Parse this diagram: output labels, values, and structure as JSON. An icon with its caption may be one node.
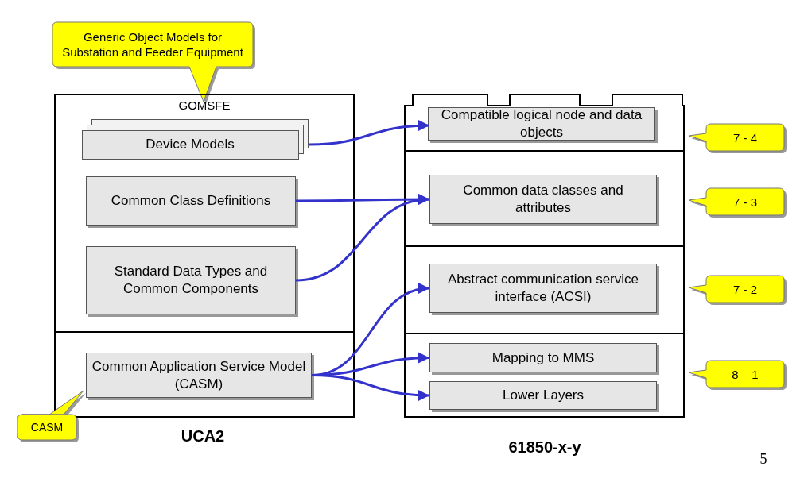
{
  "diagram": {
    "nodes": [
      {
        "text": [
          "Generic Object Models for Substation and Feeder Equipment"
        ]
      },
      {
        "text": [
          "GOMSFE"
        ]
      },
      {
        "text": [
          "Device Models"
        ],
        "in": 1
      },
      {
        "text": [
          "Common Class Definitions"
        ],
        "in": 1
      },
      {
        "text": [
          "Standard Data Types and Common Components"
        ],
        "in": 1
      },
      {
        "text": [],
        "shape": "box"
      },
      {
        "text": [
          "Common Application Service Model (CASM)"
        ],
        "in": 5
      },
      {
        "text": [
          "CASM"
        ]
      },
      {
        "text": [],
        "shape": "box"
      },
      {
        "text": [
          "Compatible logical node and data objects"
        ],
        "in": 8
      },
      {
        "text": [],
        "shape": "box"
      },
      {
        "text": [
          "Common data classes and attributes"
        ],
        "in": 10
      },
      {
        "text": [],
        "shape": "box"
      },
      {
        "text": [
          "Abstract communication service interface (ACSI)"
        ],
        "in": 12
      },
      {
        "text": [],
        "shape": "box"
      },
      {
        "text": [
          "Mapping to MMS"
        ],
        "in": 14
      },
      {
        "text": [
          "Lower Layers"
        ],
        "in": 14
      },
      {
        "text": [
          "7 - 4"
        ]
      },
      {
        "text": [
          "7 - 3"
        ]
      },
      {
        "text": [
          "7 - 2"
        ]
      },
      {
        "text": [
          "8 – 1"
        ]
      }
    ],
    "edges": [
      {
        "from": 2,
        "to": 9,
        "arrow": "to"
      },
      {
        "from": 3,
        "to": 11,
        "arrow": "to"
      },
      {
        "from": 4,
        "to": 11,
        "arrow": "to"
      },
      {
        "from": 6,
        "to": 13,
        "arrow": "to"
      },
      {
        "from": 6,
        "to": 15,
        "arrow": "to"
      },
      {
        "from": 6,
        "to": 16,
        "arrow": "to"
      }
    ],
    "labels": [
      "UCA2",
      "61850-x-y",
      "5"
    ]
  }
}
